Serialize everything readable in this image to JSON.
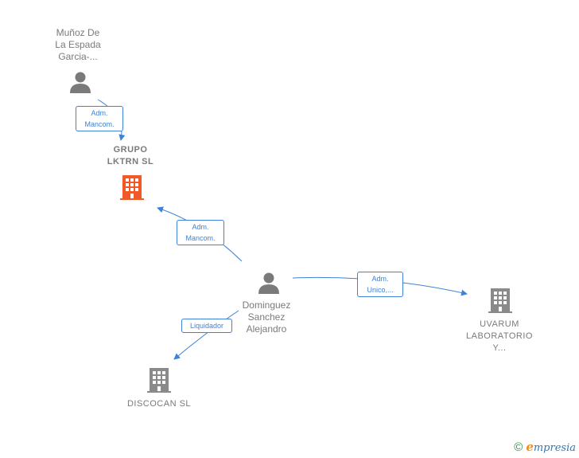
{
  "nodes": {
    "munoz": {
      "type": "person",
      "lines": [
        "Muñoz De",
        "La Espada",
        "Garcia-..."
      ]
    },
    "grupo": {
      "type": "company",
      "highlight": true,
      "lines": [
        "GRUPO",
        "LKTRN  SL"
      ]
    },
    "dominguez": {
      "type": "person",
      "lines": [
        "Dominguez",
        "Sanchez",
        "Alejandro"
      ]
    },
    "uvarum": {
      "type": "company",
      "lines": [
        "UVARUM",
        "LABORATORIO",
        "Y..."
      ]
    },
    "discocan": {
      "type": "company",
      "lines": [
        "DISCOCAN  SL"
      ]
    }
  },
  "edges": {
    "munoz_grupo": {
      "lines": [
        "Adm.",
        "Mancom."
      ]
    },
    "dominguez_grupo": {
      "lines": [
        "Adm.",
        "Mancom."
      ]
    },
    "dominguez_uvarum": {
      "lines": [
        "Adm.",
        "Unico,..."
      ]
    },
    "dominguez_discocan": {
      "lines": [
        "Liquidador"
      ]
    }
  },
  "footer": {
    "copyright_symbol": "©",
    "brand_initial": "e",
    "brand_rest": "mpresia"
  },
  "colors": {
    "edge": "#3d82d8",
    "node_gray": "#7a7a7a",
    "company_highlight": "#f05a28",
    "company_gray": "#8a8a8a"
  },
  "icons": {
    "person": "person-icon",
    "company": "building-icon"
  }
}
